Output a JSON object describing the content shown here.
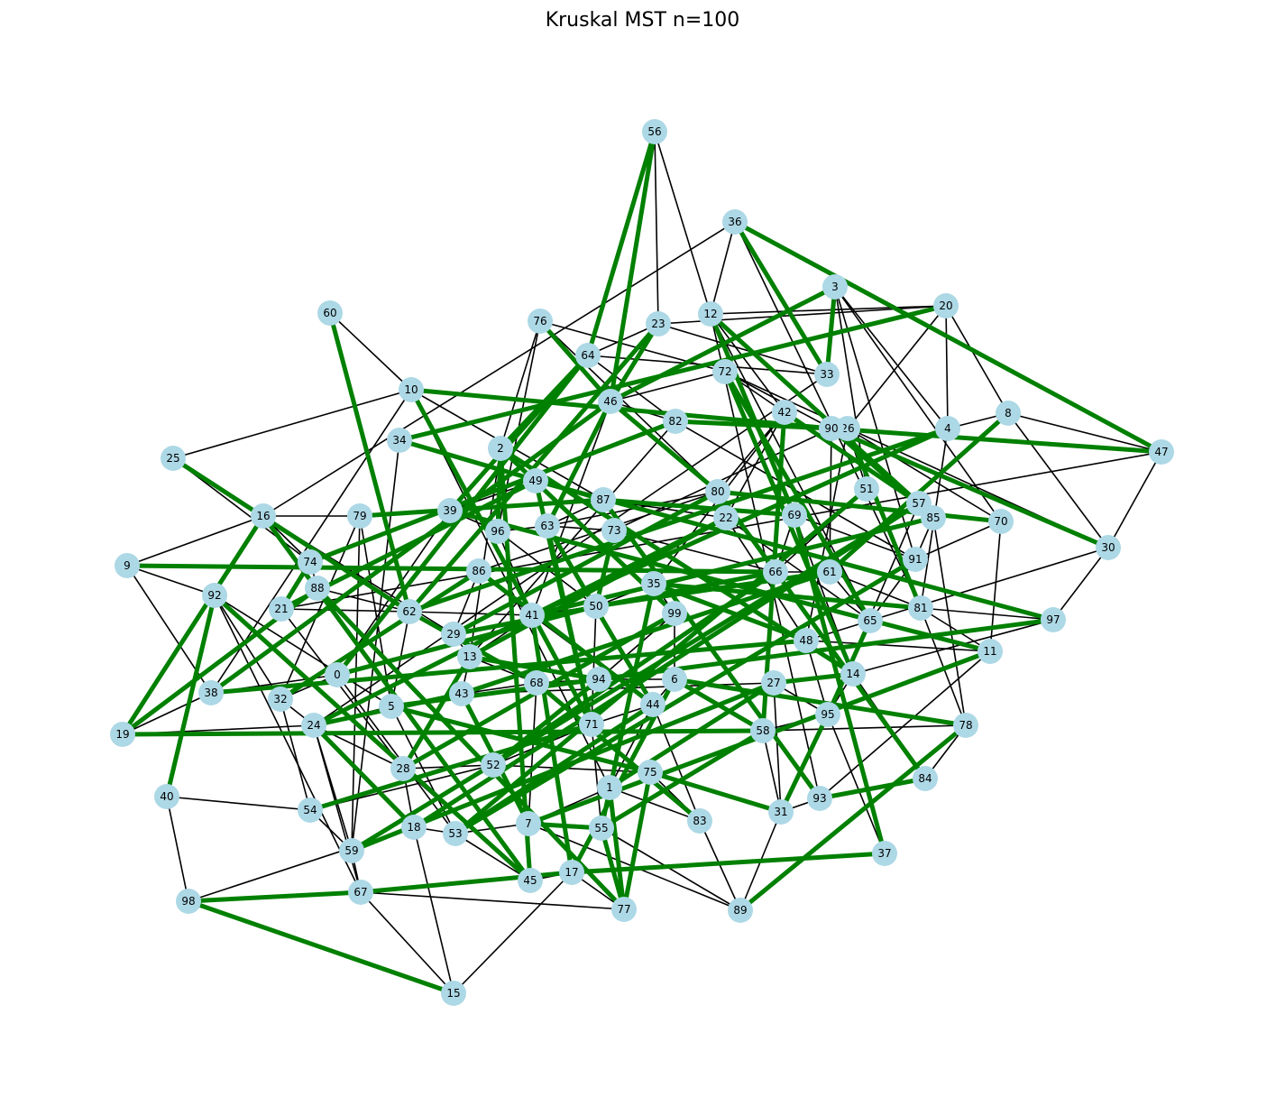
{
  "title": "Kruskal MST n=100",
  "colors": {
    "node_fill": "#add8e6",
    "edge": "#000000",
    "mst_edge": "#008000",
    "label": "#000000"
  },
  "nodes": [
    "0",
    "1",
    "2",
    "3",
    "4",
    "5",
    "6",
    "7",
    "8",
    "9",
    "10",
    "11",
    "12",
    "13",
    "14",
    "15",
    "16",
    "17",
    "18",
    "19",
    "20",
    "21",
    "22",
    "23",
    "24",
    "25",
    "26",
    "27",
    "28",
    "29",
    "30",
    "31",
    "32",
    "33",
    "34",
    "35",
    "36",
    "37",
    "38",
    "39",
    "40",
    "41",
    "42",
    "43",
    "44",
    "45",
    "46",
    "47",
    "48",
    "49",
    "50",
    "51",
    "52",
    "53",
    "54",
    "55",
    "56",
    "57",
    "58",
    "59",
    "60",
    "61",
    "62",
    "63",
    "64",
    "65",
    "66",
    "67",
    "68",
    "69",
    "70",
    "71",
    "72",
    "73",
    "74",
    "75",
    "76",
    "77",
    "78",
    "79",
    "80",
    "81",
    "82",
    "83",
    "84",
    "85",
    "86",
    "87",
    "88",
    "89",
    "90",
    "91",
    "92",
    "93",
    "94",
    "95",
    "96",
    "97",
    "98",
    "99"
  ],
  "mst_edges": [
    [
      56,
      64
    ],
    [
      56,
      46
    ],
    [
      36,
      33
    ],
    [
      36,
      47
    ],
    [
      3,
      33
    ],
    [
      3,
      46
    ],
    [
      20,
      34
    ],
    [
      60,
      62
    ],
    [
      2,
      14
    ],
    [
      64,
      2
    ],
    [
      64,
      39
    ],
    [
      64,
      0
    ],
    [
      10,
      90
    ],
    [
      10,
      71
    ],
    [
      76,
      46
    ],
    [
      23,
      46
    ],
    [
      23,
      62
    ],
    [
      12,
      69
    ],
    [
      12,
      57
    ],
    [
      72,
      14
    ],
    [
      72,
      65
    ],
    [
      46,
      80
    ],
    [
      46,
      38
    ],
    [
      46,
      63
    ],
    [
      82,
      90
    ],
    [
      82,
      74
    ],
    [
      42,
      58
    ],
    [
      42,
      57
    ],
    [
      90,
      47
    ],
    [
      90,
      85
    ],
    [
      90,
      30
    ],
    [
      26,
      81
    ],
    [
      4,
      62
    ],
    [
      4,
      41
    ],
    [
      8,
      61
    ],
    [
      25,
      62
    ],
    [
      16,
      45
    ],
    [
      16,
      19
    ],
    [
      34,
      87
    ],
    [
      2,
      99
    ],
    [
      2,
      96
    ],
    [
      49,
      97
    ],
    [
      49,
      71
    ],
    [
      87,
      69
    ],
    [
      87,
      93
    ],
    [
      80,
      29
    ],
    [
      80,
      84
    ],
    [
      22,
      13
    ],
    [
      22,
      24
    ],
    [
      69,
      37
    ],
    [
      51,
      53
    ],
    [
      57,
      59
    ],
    [
      57,
      18
    ],
    [
      85,
      41
    ],
    [
      70,
      80
    ],
    [
      39,
      11
    ],
    [
      79,
      87
    ],
    [
      63,
      44
    ],
    [
      63,
      71
    ],
    [
      73,
      50
    ],
    [
      9,
      66
    ],
    [
      74,
      21
    ],
    [
      92,
      40
    ],
    [
      92,
      45
    ],
    [
      88,
      77
    ],
    [
      66,
      52
    ],
    [
      61,
      50
    ],
    [
      61,
      43
    ],
    [
      91,
      53
    ],
    [
      35,
      55
    ],
    [
      35,
      81
    ],
    [
      35,
      48
    ],
    [
      86,
      44
    ],
    [
      86,
      32
    ],
    [
      50,
      0
    ],
    [
      62,
      68
    ],
    [
      21,
      49
    ],
    [
      41,
      17
    ],
    [
      99,
      28
    ],
    [
      65,
      95
    ],
    [
      48,
      38
    ],
    [
      11,
      7
    ],
    [
      97,
      5
    ],
    [
      29,
      66
    ],
    [
      13,
      94
    ],
    [
      14,
      27
    ],
    [
      6,
      17
    ],
    [
      6,
      58
    ],
    [
      6,
      78
    ],
    [
      27,
      59
    ],
    [
      27,
      1
    ],
    [
      94,
      52
    ],
    [
      44,
      53
    ],
    [
      5,
      75
    ],
    [
      43,
      24
    ],
    [
      68,
      83
    ],
    [
      58,
      55
    ],
    [
      95,
      31
    ],
    [
      71,
      54
    ],
    [
      31,
      75
    ],
    [
      24,
      18
    ],
    [
      19,
      58
    ],
    [
      98,
      67
    ],
    [
      98,
      15
    ],
    [
      67,
      17
    ],
    [
      17,
      37
    ],
    [
      84,
      93
    ],
    [
      75,
      77
    ],
    [
      78,
      89
    ],
    [
      1,
      77
    ],
    [
      55,
      77
    ],
    [
      7,
      55
    ],
    [
      45,
      2
    ],
    [
      43,
      7
    ],
    [
      28,
      13
    ],
    [
      19,
      88
    ]
  ],
  "edges": [
    [
      56,
      23
    ],
    [
      56,
      12
    ],
    [
      36,
      12
    ],
    [
      36,
      81
    ],
    [
      36,
      16
    ],
    [
      3,
      91
    ],
    [
      3,
      4
    ],
    [
      3,
      51
    ],
    [
      20,
      12
    ],
    [
      20,
      26
    ],
    [
      20,
      8
    ],
    [
      20,
      4
    ],
    [
      20,
      23
    ],
    [
      60,
      10
    ],
    [
      10,
      25
    ],
    [
      10,
      87
    ],
    [
      10,
      1
    ],
    [
      10,
      38
    ],
    [
      76,
      2
    ],
    [
      76,
      96
    ],
    [
      76,
      72
    ],
    [
      76,
      80
    ],
    [
      23,
      64
    ],
    [
      23,
      33
    ],
    [
      12,
      42
    ],
    [
      12,
      93
    ],
    [
      12,
      65
    ],
    [
      72,
      90
    ],
    [
      72,
      30
    ],
    [
      72,
      46
    ],
    [
      33,
      64
    ],
    [
      33,
      24
    ],
    [
      46,
      82
    ],
    [
      46,
      41
    ],
    [
      82,
      91
    ],
    [
      82,
      13
    ],
    [
      42,
      22
    ],
    [
      42,
      80
    ],
    [
      42,
      35
    ],
    [
      90,
      73
    ],
    [
      90,
      61
    ],
    [
      26,
      48
    ],
    [
      26,
      51
    ],
    [
      4,
      81
    ],
    [
      8,
      47
    ],
    [
      8,
      30
    ],
    [
      8,
      4
    ],
    [
      47,
      30
    ],
    [
      47,
      21
    ],
    [
      30,
      97
    ],
    [
      25,
      74
    ],
    [
      16,
      74
    ],
    [
      16,
      9
    ],
    [
      16,
      79
    ],
    [
      16,
      29
    ],
    [
      34,
      59
    ],
    [
      2,
      49
    ],
    [
      2,
      13
    ],
    [
      49,
      39
    ],
    [
      87,
      63
    ],
    [
      87,
      22
    ],
    [
      80,
      63
    ],
    [
      80,
      86
    ],
    [
      22,
      65
    ],
    [
      69,
      66
    ],
    [
      69,
      91
    ],
    [
      69,
      14
    ],
    [
      51,
      66
    ],
    [
      57,
      85
    ],
    [
      85,
      91
    ],
    [
      70,
      11
    ],
    [
      79,
      5
    ],
    [
      79,
      59
    ],
    [
      79,
      32
    ],
    [
      39,
      96
    ],
    [
      39,
      0
    ],
    [
      96,
      63
    ],
    [
      96,
      41
    ],
    [
      96,
      50
    ],
    [
      63,
      73
    ],
    [
      73,
      66
    ],
    [
      74,
      88
    ],
    [
      74,
      21
    ],
    [
      9,
      92
    ],
    [
      9,
      38
    ],
    [
      92,
      32
    ],
    [
      92,
      67
    ],
    [
      88,
      21
    ],
    [
      88,
      62
    ],
    [
      21,
      62
    ],
    [
      21,
      28
    ],
    [
      66,
      61
    ],
    [
      61,
      81
    ],
    [
      91,
      65
    ],
    [
      81,
      97
    ],
    [
      81,
      78
    ],
    [
      81,
      11
    ],
    [
      35,
      99
    ],
    [
      35,
      50
    ],
    [
      86,
      41
    ],
    [
      86,
      29
    ],
    [
      50,
      41
    ],
    [
      50,
      71
    ],
    [
      62,
      29
    ],
    [
      62,
      41
    ],
    [
      41,
      13
    ],
    [
      99,
      94
    ],
    [
      99,
      6
    ],
    [
      65,
      48
    ],
    [
      48,
      11
    ],
    [
      48,
      95
    ],
    [
      97,
      14
    ],
    [
      29,
      13
    ],
    [
      13,
      68
    ],
    [
      13,
      43
    ],
    [
      14,
      84
    ],
    [
      14,
      95
    ],
    [
      27,
      31
    ],
    [
      27,
      95
    ],
    [
      0,
      38
    ],
    [
      0,
      32
    ],
    [
      38,
      19
    ],
    [
      32,
      24
    ],
    [
      32,
      54
    ],
    [
      5,
      43
    ],
    [
      5,
      24
    ],
    [
      43,
      68
    ],
    [
      68,
      94
    ],
    [
      94,
      6
    ],
    [
      6,
      44
    ],
    [
      44,
      71
    ],
    [
      71,
      52
    ],
    [
      71,
      55
    ],
    [
      58,
      95
    ],
    [
      58,
      78
    ],
    [
      78,
      84
    ],
    [
      84,
      93
    ],
    [
      93,
      31
    ],
    [
      31,
      89
    ],
    [
      19,
      24
    ],
    [
      24,
      28
    ],
    [
      24,
      59
    ],
    [
      40,
      54
    ],
    [
      40,
      98
    ],
    [
      54,
      59
    ],
    [
      54,
      52
    ],
    [
      28,
      52
    ],
    [
      28,
      18
    ],
    [
      52,
      75
    ],
    [
      75,
      83
    ],
    [
      75,
      31
    ],
    [
      1,
      55
    ],
    [
      1,
      7
    ],
    [
      1,
      83
    ],
    [
      18,
      53
    ],
    [
      18,
      59
    ],
    [
      53,
      7
    ],
    [
      53,
      45
    ],
    [
      7,
      45
    ],
    [
      7,
      89
    ],
    [
      59,
      67
    ],
    [
      45,
      17
    ],
    [
      17,
      77
    ],
    [
      67,
      77
    ],
    [
      67,
      15
    ],
    [
      15,
      18
    ],
    [
      15,
      17
    ],
    [
      98,
      18
    ],
    [
      37,
      95
    ],
    [
      77,
      1
    ],
    [
      89,
      83
    ],
    [
      83,
      44
    ],
    [
      55,
      89
    ],
    [
      3,
      70
    ],
    [
      64,
      82
    ],
    [
      72,
      42
    ],
    [
      90,
      57
    ],
    [
      26,
      70
    ],
    [
      61,
      65
    ],
    [
      57,
      95
    ],
    [
      85,
      78
    ],
    [
      70,
      91
    ],
    [
      30,
      65
    ],
    [
      92,
      5
    ],
    [
      62,
      5
    ],
    [
      41,
      44
    ],
    [
      44,
      1
    ],
    [
      68,
      7
    ],
    [
      53,
      5
    ],
    [
      28,
      45
    ],
    [
      24,
      67
    ],
    [
      0,
      53
    ],
    [
      22,
      48
    ],
    [
      27,
      43
    ],
    [
      58,
      31
    ],
    [
      93,
      11
    ]
  ]
}
